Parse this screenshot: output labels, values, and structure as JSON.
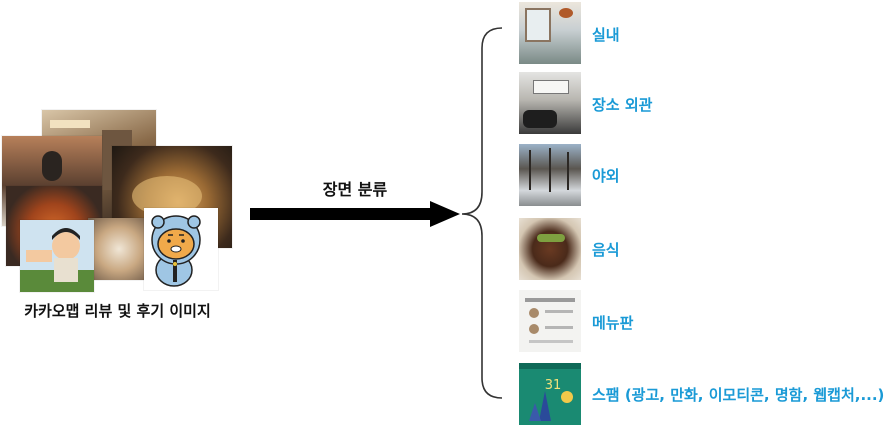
{
  "source": {
    "caption": "카카오맵 리뷰 및 후기 이미지"
  },
  "action": {
    "label": "장면 분류"
  },
  "categories": [
    {
      "label": "실내",
      "icon": "indoor-photo-icon"
    },
    {
      "label": "장소 외관",
      "icon": "exterior-photo-icon"
    },
    {
      "label": "야외",
      "icon": "outdoor-photo-icon"
    },
    {
      "label": "음식",
      "icon": "food-photo-icon"
    },
    {
      "label": "메뉴판",
      "icon": "menu-board-photo-icon"
    },
    {
      "label": "스팸 (광고, 만화, 이모티콘, 명함, 웹캡처,...)",
      "icon": "spam-photo-icon"
    }
  ],
  "colors": {
    "label_blue": "#1a9ad6",
    "arrow": "#000000"
  }
}
